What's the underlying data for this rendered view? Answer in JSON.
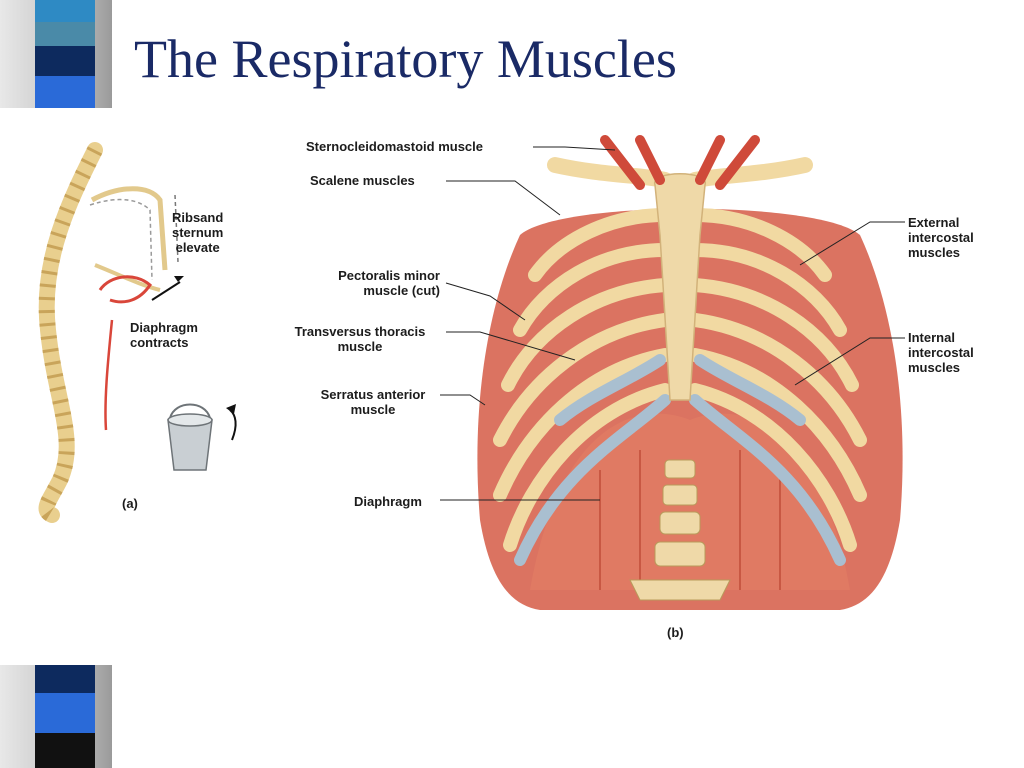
{
  "slide": {
    "title": "The Respiratory Muscles"
  },
  "panel_a": {
    "label_ribs": "Ribsand\nsternum\nelevate",
    "label_diaphragm": "Diaphragm\ncontracts",
    "caption": "(a)"
  },
  "panel_b": {
    "caption": "(b)",
    "labels": {
      "sternocleidomastoid": "Sternocleidomastoid muscle",
      "scalene": "Scalene muscles",
      "pectoralis_minor": "Pectoralis minor\nmuscle (cut)",
      "transversus_thoracis": "Transversus thoracis\nmuscle",
      "serratus_anterior": "Serratus anterior\nmuscle",
      "diaphragm": "Diaphragm",
      "external_intercostal": "External\nintercostal\nmuscles",
      "internal_intercostal": "Internal\nintercostal\nmuscles"
    }
  },
  "colors": {
    "title": "#1a2a66",
    "deco_dark": "#0d2a5e",
    "deco_teal": "#4a8aa8",
    "deco_blue": "#2a6ad8",
    "deco_black": "#111111",
    "bone": "#efd9a8",
    "muscle": "#cf4a3a",
    "cartilage": "#a9bfd0"
  }
}
